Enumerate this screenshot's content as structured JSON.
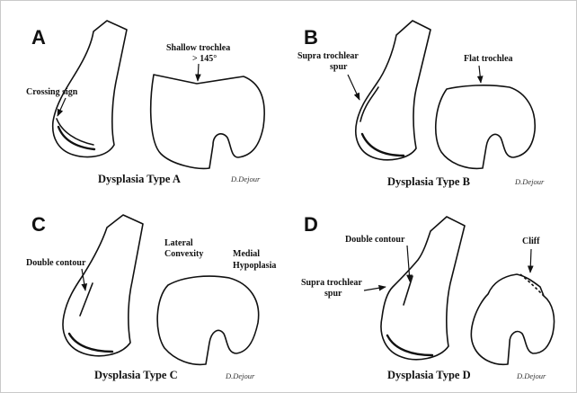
{
  "panels": {
    "a": {
      "letter": "A",
      "crossing_sign": "Crossing sign",
      "shallow_line1": "Shallow trochlea",
      "shallow_line2": "> 145°",
      "caption": "Dysplasia Type A",
      "signature": "D.Dejour"
    },
    "b": {
      "letter": "B",
      "spur_line1": "Supra trochlear",
      "spur_line2": "spur",
      "flat": "Flat trochlea",
      "caption": "Dysplasia Type B",
      "signature": "D.Dejour"
    },
    "c": {
      "letter": "C",
      "double_contour": "Double contour",
      "lateral_line1": "Lateral",
      "lateral_line2": "Convexity",
      "medial_line1": "Medial",
      "medial_line2": "Hypoplasia",
      "caption": "Dysplasia Type C",
      "signature": "D.Dejour"
    },
    "d": {
      "letter": "D",
      "double_contour": "Double contour",
      "cliff": "Cliff",
      "spur_line1": "Supra trochlear",
      "spur_line2": "spur",
      "caption": "Dysplasia Type D",
      "signature": "D.Dejour"
    }
  }
}
